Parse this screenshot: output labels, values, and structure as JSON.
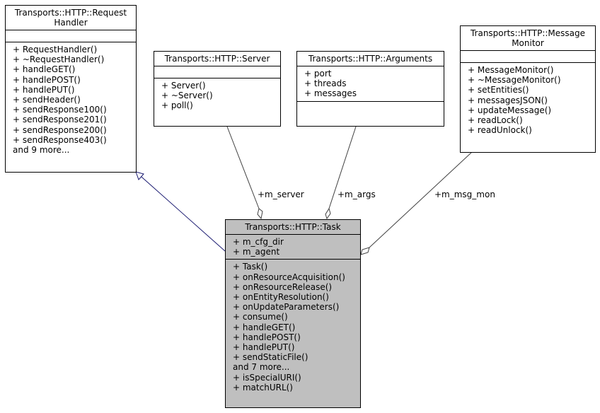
{
  "classes": {
    "request_handler": {
      "title": "Transports::HTTP::Request\nHandler",
      "attributes": [],
      "methods": [
        "+ RequestHandler()",
        "+ ~RequestHandler()",
        "+ handleGET()",
        "+ handlePOST()",
        "+ handlePUT()",
        "+ sendHeader()",
        "+ sendResponse100()",
        "+ sendResponse201()",
        "+ sendResponse200()",
        "+ sendResponse403()",
        "and 9 more..."
      ]
    },
    "server": {
      "title": "Transports::HTTP::Server",
      "attributes": [],
      "methods": [
        "+ Server()",
        "+ ~Server()",
        "+ poll()"
      ]
    },
    "arguments": {
      "title": "Transports::HTTP::Arguments",
      "attributes": [
        "+ port",
        "+ threads",
        "+ messages"
      ],
      "methods": []
    },
    "message_monitor": {
      "title": "Transports::HTTP::Message\nMonitor",
      "attributes": [],
      "methods": [
        "+ MessageMonitor()",
        "+ ~MessageMonitor()",
        "+ setEntities()",
        "+ messagesJSON()",
        "+ updateMessage()",
        "+ readLock()",
        "+ readUnlock()"
      ]
    },
    "task": {
      "title": "Transports::HTTP::Task",
      "attributes": [
        "+ m_cfg_dir",
        "+ m_agent"
      ],
      "methods": [
        "+ Task()",
        "+ onResourceAcquisition()",
        "+ onResourceRelease()",
        "+ onEntityResolution()",
        "+ onUpdateParameters()",
        "+ consume()",
        "+ handleGET()",
        "+ handlePOST()",
        "+ handlePUT()",
        "+ sendStaticFile()",
        "and 7 more...",
        "+ isSpecialURI()",
        "+ matchURL()"
      ]
    }
  },
  "edges": {
    "server": {
      "label": "+m_server"
    },
    "args": {
      "label": "+m_args"
    },
    "msg_mon": {
      "label": "+m_msg_mon"
    }
  },
  "colors": {
    "inheritance": "#191970",
    "composition": "#404040",
    "focus_fill": "#bfbfbf"
  }
}
